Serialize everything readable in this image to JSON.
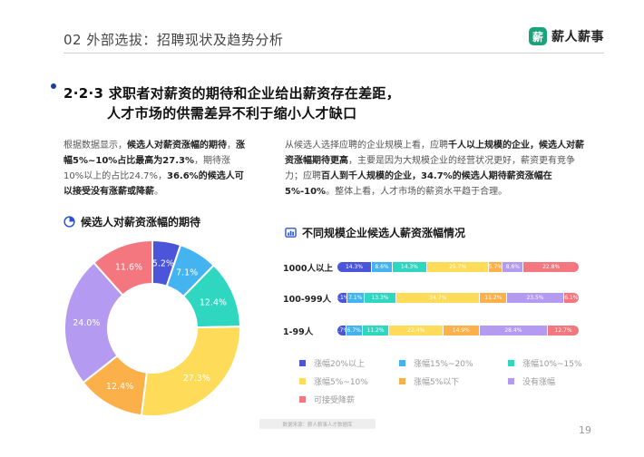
{
  "header": {
    "title": "02 外部选拔：招聘现状及趋势分析"
  },
  "brand": {
    "mark": "薪",
    "name": "薪人薪事"
  },
  "section": {
    "line1": "2·2·3 求职者对薪资的期待和企业给出薪资存在差距，",
    "line2": "人才市场的供需差异不利于缩小人才缺口"
  },
  "paragraph_left": {
    "p1": "根据数据显示，",
    "b1": "候选人对薪资涨幅的期待",
    "p2": "，",
    "b2": "涨幅5%~10%占比最高为27.3%",
    "p3": "，期待涨10%以上的占比24.7%，",
    "b3": "36.6%的候选人可以接受没有涨薪或降薪",
    "p4": "。"
  },
  "paragraph_right": {
    "p1": "从候选人选择应聘的企业规模上看，应聘",
    "b1": "千人以上规模的企业，候选人对薪资涨幅期待更高",
    "p2": "，主要是因为大规模企业的经营状况更好，薪资更有竞争力；应聘",
    "b2": "百人到千人规模的企业，34.7%的候选人期待薪资涨幅在5%-10%",
    "p3": "。整体上看，人才市场的薪资水平趋于合理。"
  },
  "chart_titles": {
    "left": "候选人对薪资涨幅的期待",
    "right": "不同规模企业候选人薪资涨幅情况"
  },
  "categories": [
    "涨幅20%以上",
    "涨幅15%~20%",
    "涨幅10%~15%",
    "涨幅5%~10%",
    "涨幅5%以下",
    "没有涨幅",
    "可接受降薪"
  ],
  "colors": [
    "#4b55d9",
    "#43b4f0",
    "#2fd6c0",
    "#ffdb5a",
    "#fbb04a",
    "#b49af0",
    "#f4767e"
  ],
  "chart_data": [
    {
      "type": "pie",
      "title": "候选人对薪资涨幅的期待",
      "labels": [
        "涨幅20%以上",
        "涨幅15%~20%",
        "涨幅10%~15%",
        "涨幅5%~10%",
        "涨幅5%以下",
        "没有涨幅",
        "可接受降薪"
      ],
      "values": [
        5.2,
        7.1,
        12.4,
        27.3,
        12.4,
        24.0,
        11.6
      ],
      "value_labels": [
        "5.2%",
        "7.1%",
        "12.4%",
        "27.3%",
        "12.4%",
        "24.0%",
        "11.6%"
      ]
    },
    {
      "type": "bar",
      "stacked": true,
      "orientation": "horizontal",
      "title": "不同规模企业候选人薪资涨幅情况",
      "categories": [
        "1000人以上",
        "100-999人",
        "1-99人"
      ],
      "series": [
        {
          "name": "涨幅20%以上",
          "values": [
            14.3,
            4.1,
            3.7
          ]
        },
        {
          "name": "涨幅15%~20%",
          "values": [
            8.6,
            7.1,
            6.7
          ]
        },
        {
          "name": "涨幅10%~15%",
          "values": [
            14.3,
            13.3,
            11.2
          ]
        },
        {
          "name": "涨幅5%~10%",
          "values": [
            25.7,
            34.7,
            22.4
          ]
        },
        {
          "name": "涨幅5%以下",
          "values": [
            5.7,
            11.2,
            14.9
          ]
        },
        {
          "name": "没有涨幅",
          "values": [
            8.6,
            23.5,
            28.4
          ]
        },
        {
          "name": "可接受降薪",
          "values": [
            22.8,
            6.1,
            12.7
          ]
        }
      ],
      "legend": "bottom"
    }
  ],
  "footer": {
    "source": "数据来源：薪人薪事人才数据库",
    "page": "19"
  }
}
